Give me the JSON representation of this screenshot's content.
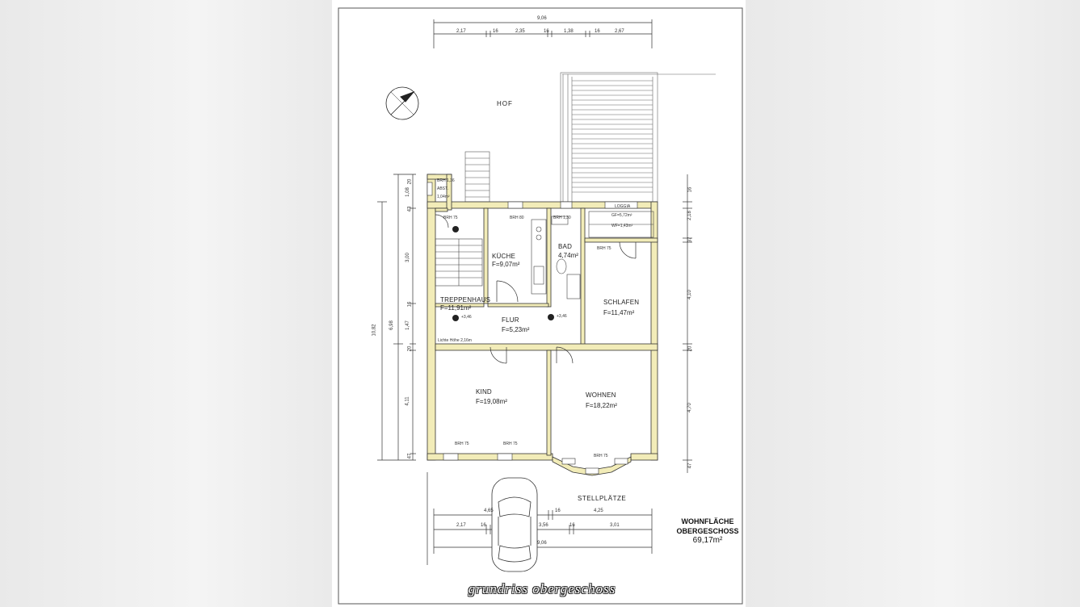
{
  "plan": {
    "title": "grundriss obergeschoss",
    "summary": {
      "line1": "WOHNFLÄCHE",
      "line2": "OBERGESCHOSS",
      "area": "69,17m²"
    },
    "yard": "HOF",
    "parking": "STELLPLÄTZE",
    "stair_note": "Lichte Höhe 2,16m",
    "rooms": {
      "abst": {
        "name": "ABST.",
        "area": "1,04m²"
      },
      "treppenhaus": {
        "name": "TREPPENHAUS",
        "area": "F=11,91m²",
        "level": "+3,46"
      },
      "kueche": {
        "name": "KÜCHE",
        "area": "F=9,07m²"
      },
      "bad": {
        "name": "BAD",
        "area": "4,74m²"
      },
      "loggia": {
        "name": "LOGGIA",
        "area_gf": "GF=5,72m²",
        "area_wf": "WF=1,43m²"
      },
      "schlafen": {
        "name": "SCHLAFEN",
        "area": "F=11,47m²"
      },
      "flur": {
        "name": "FLUR",
        "area": "F=5,23m²",
        "level": "+3,46"
      },
      "kind": {
        "name": "KIND",
        "area": "F=19,08m²"
      },
      "wohnen": {
        "name": "WOHNEN",
        "area": "F=18,22m²"
      }
    },
    "dims": {
      "top_total": "9,06",
      "top_segments": [
        "2,17",
        "16",
        "2,35",
        "16",
        "1,38",
        "16",
        "2,67"
      ],
      "bottom_row1": [
        "4,65",
        "16",
        "4,25"
      ],
      "bottom_row2": [
        "2,17",
        "16",
        "3,56",
        "16",
        "3,01"
      ],
      "bottom_total": "9,06",
      "left_total": "10,82",
      "left_mid": "6,98",
      "left_segments": [
        "20",
        "1,08",
        "43",
        "3,00",
        "16",
        "1,47",
        "20",
        "4,11",
        "47"
      ],
      "right_segments": [
        "16",
        "2,18",
        "37",
        "4,10",
        "20",
        "4,70",
        "47"
      ],
      "windows": [
        "BRH 75",
        "BRH 80",
        "BRH 1,30",
        "BRH 75",
        "BRH 75",
        "BRH 75",
        "BRH 75",
        "BRH 1,36"
      ]
    }
  }
}
